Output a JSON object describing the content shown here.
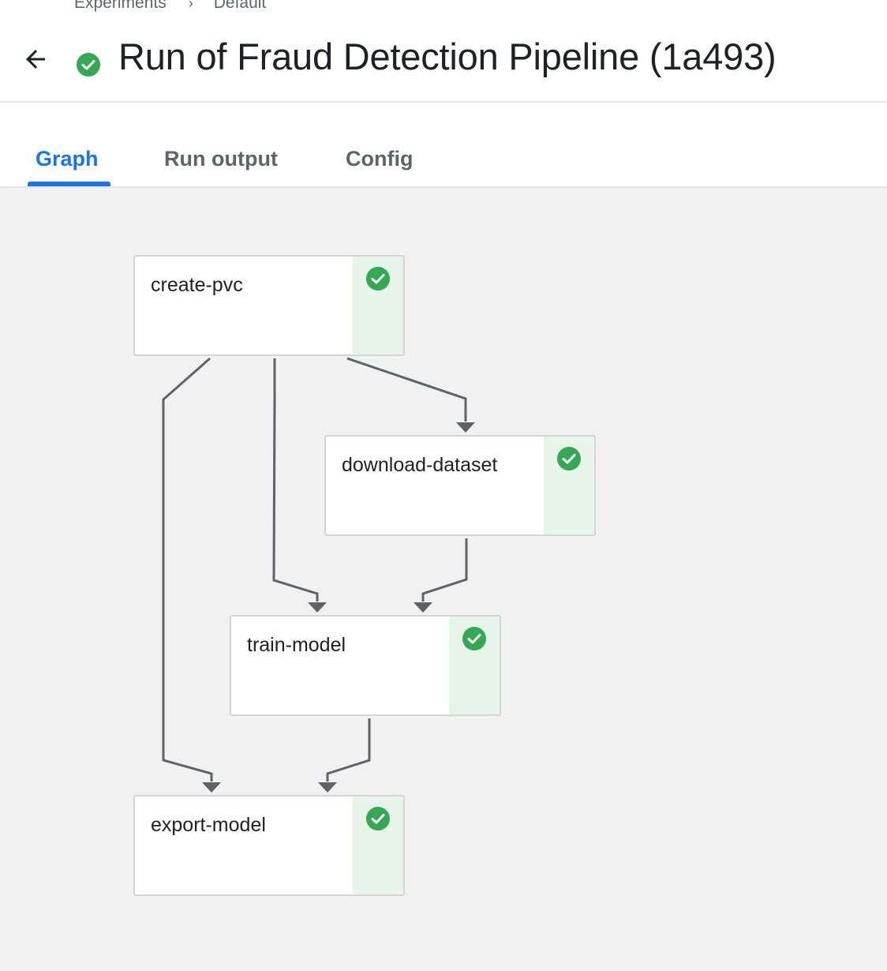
{
  "breadcrumb": {
    "items": [
      "Experiments",
      "Default"
    ],
    "separator": "›"
  },
  "header": {
    "title": "Run of Fraud Detection Pipeline (1a493)",
    "status_icon": "check-circle-icon",
    "back_icon": "arrow-back-icon"
  },
  "tabs": [
    {
      "label": "Graph",
      "active": true
    },
    {
      "label": "Run output",
      "active": false
    },
    {
      "label": "Config",
      "active": false
    }
  ],
  "graph": {
    "nodes": [
      {
        "id": "create-pvc",
        "label": "create-pvc",
        "status": "succeeded",
        "status_icon": "check-circle-icon"
      },
      {
        "id": "download-dataset",
        "label": "download-dataset",
        "status": "succeeded",
        "status_icon": "check-circle-icon"
      },
      {
        "id": "train-model",
        "label": "train-model",
        "status": "succeeded",
        "status_icon": "check-circle-icon"
      },
      {
        "id": "export-model",
        "label": "export-model",
        "status": "succeeded",
        "status_icon": "check-circle-icon"
      }
    ],
    "edges": [
      {
        "from": "create-pvc",
        "to": "download-dataset"
      },
      {
        "from": "create-pvc",
        "to": "train-model"
      },
      {
        "from": "download-dataset",
        "to": "train-model"
      },
      {
        "from": "create-pvc",
        "to": "export-model"
      },
      {
        "from": "train-model",
        "to": "export-model"
      }
    ]
  },
  "colors": {
    "accent": "#1a73e8",
    "success": "#34a853",
    "success_bg": "#e6f4ea",
    "edge": "#5f6368",
    "canvas_bg": "#f1f1f1"
  }
}
